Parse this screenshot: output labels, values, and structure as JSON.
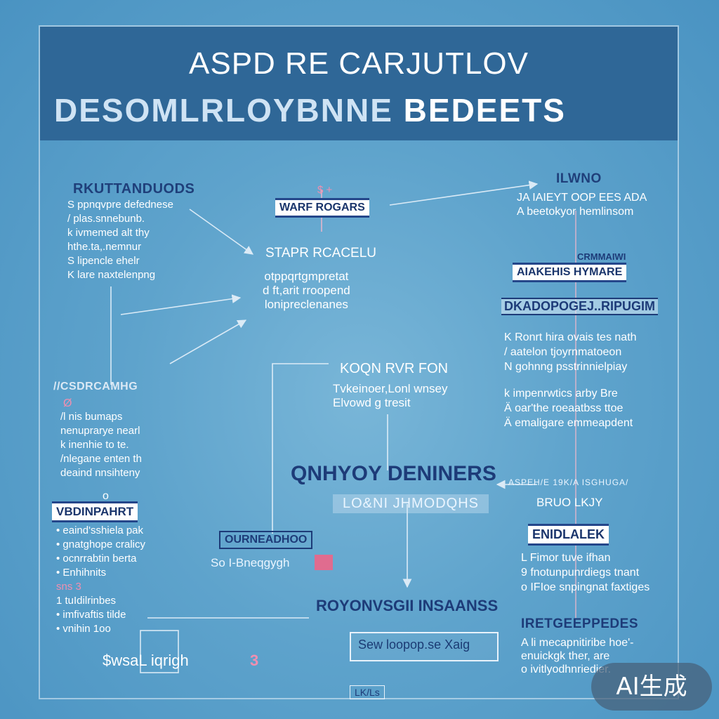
{
  "header": {
    "subtitle": "ASPD RE CARJUTLOV",
    "title_lead": "DESOMLRLOYBNNE",
    "title_rest": " BEDEETS"
  },
  "left": {
    "section1_title": "RKUTTANDUODS",
    "section1_items": [
      "S ppnqvpre defednese",
      "/ plas.snnebunb.",
      "k ivmemed alt thy",
      "hthe.ta,.nemnur",
      "S lipencle ehelr",
      "K lare naxtelenpng"
    ],
    "section2_title": "//CSDRCAMHG",
    "section2_marker": "Ø",
    "section2_items": [
      "/l nis bumaps",
      "nenuprarye nearl",
      "k inenhie to te.",
      "/nlegane enten th",
      "deaind nnsihteny"
    ],
    "section3_marker": "o",
    "section3_title": "VBDINPAHRT",
    "section3_items": [
      "• eaind'sshiela pak",
      "• gnatghope cralicy",
      "• ocnrrabtin berta",
      "• Enhihnits",
      "  sns  3",
      "  1 tuIdilrinbes",
      "• imfivaftis tilde",
      "• vnihin 1oo"
    ],
    "footer_note": "$wsaL iqrigh",
    "footer_number": "3"
  },
  "center": {
    "badge1_marker": "$ +",
    "badge1": "WARF ROGARS",
    "block1_title": "STAPR RCACELU",
    "block1_lines": [
      "otppqrtgmpretat",
      "d ft,arit rroopend",
      "lonipreclenanes"
    ],
    "block2_title": "KOQN  RVR FON",
    "block2_lines": [
      "Tvkeinoer,Lonl wnsey",
      "Elvowd g tresit"
    ],
    "big_dark": "QNHYOY DENINERS",
    "light_band": "LO&NI JHMODQHS",
    "small_badge": "OURNEADHOO",
    "sub_note": "So I-Bneqgygh",
    "bottom_dark": "ROYONVSGII INSAANSS",
    "bottom_box": "Sew loopop.se Xaig",
    "footer_mark": "LK/Ls"
  },
  "right": {
    "top_title": "ILWNO",
    "top_lines": [
      "JA IAIEYT OOP EES ADA",
      "A beetokyor hemlinsom"
    ],
    "badge_top_note": "CRMMAIWI",
    "badge_a": "AIAKEHIS HYMARE",
    "badge_b": "DKADOPOGEJ..RIPUGIM",
    "section_lines": [
      "K Ronrt hira ovais tes nath",
      "/ aatelon tjoyrnmatoeon",
      "N gohnng psstrinnielpiay"
    ],
    "section2_lines": [
      "k impenrwtics arby Bre",
      "Ä oar'the roeaatbss ttoe",
      "Ä emaligare emmeapdent"
    ],
    "dark_line": "ASPEH/E 19K/A ISGHUGA/",
    "brod": "BRUO LKJY",
    "endl_title": "ENIDLALEK",
    "endl_lines": [
      "L Fimor tuve ifhan",
      "9 fnotunpunrdiegs tnant",
      "o IFIoe snpingnat faxtiges"
    ],
    "retg_title": "IRETGEEPPEDES",
    "retg_lines": [
      "A li mecapnitiribe hoe'-",
      "enuickgk ther, are",
      "o ivitlyodhnriedier."
    ]
  },
  "watermark": "AI生成",
  "colors": {
    "background": "#5ea3cc",
    "header": "#2f6797",
    "accent_dark": "#1f3f7a",
    "accent_pink": "#f08fb0"
  }
}
